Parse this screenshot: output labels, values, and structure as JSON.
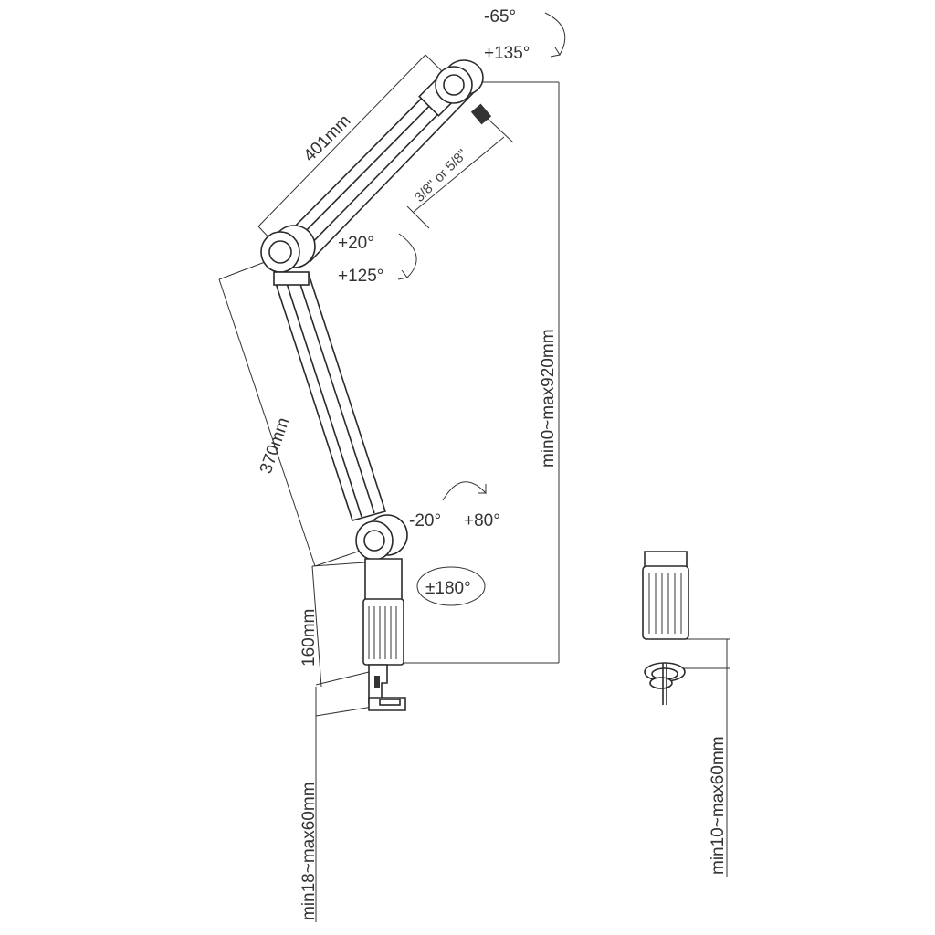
{
  "labels": {
    "rot_top_a": "-65°",
    "rot_top_b": "+135°",
    "upper_arm_length": "401mm",
    "thread": "3/8\" or 5/8\"",
    "rot_elbow_a": "+20°",
    "rot_elbow_b": "+125°",
    "lower_arm_length": "370mm",
    "height_range": "min0~max920mm",
    "rot_base_a": "-20°",
    "rot_base_b": "+80°",
    "swivel": "±180°",
    "post_height": "160mm",
    "clamp_range": "min18~max60mm",
    "grommet_range": "min10~max60mm"
  },
  "colors": {
    "line": "#2a2a2a",
    "text": "#333333",
    "background": "#ffffff"
  }
}
